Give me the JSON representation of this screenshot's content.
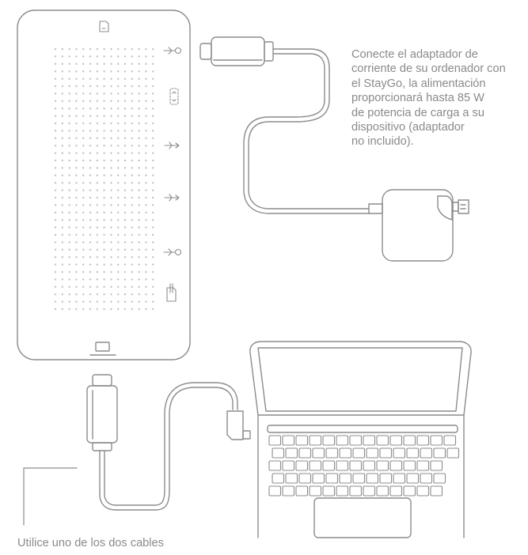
{
  "instruction_power": {
    "lines": [
      "Conecte el adaptador de",
      "corriente de su ordenador con",
      "el StayGo, la alimentación",
      "proporcionará hasta 85 W",
      "de potencia de carga a su",
      "dispositivo (adaptador",
      "no incluido)."
    ]
  },
  "instruction_cable": "Utilice uno de los dos cables",
  "icons": {
    "hub_ports": [
      "usb-c-icon",
      "sd-card-slot-icon",
      "usb-a-icon",
      "usb-a-icon",
      "usb-c-icon",
      "sd-card-icon"
    ],
    "top": "sd-card-icon",
    "bottom": "laptop-stand-icon"
  }
}
